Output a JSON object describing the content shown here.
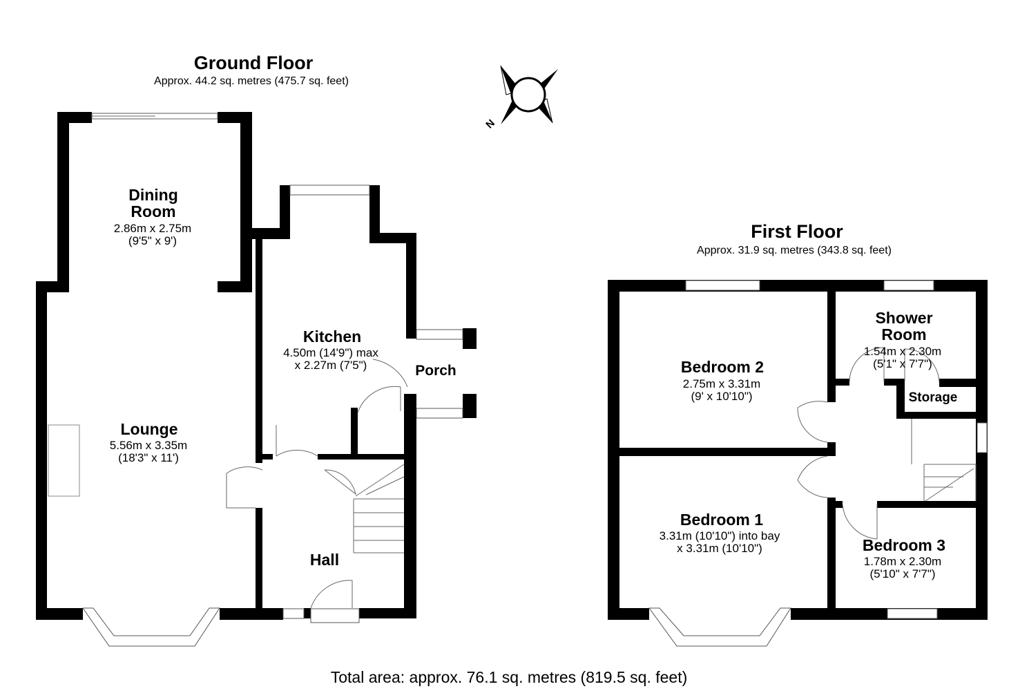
{
  "ground_floor": {
    "title": "Ground Floor",
    "area": "Approx. 44.2 sq. metres (475.7 sq. feet)",
    "rooms": [
      {
        "name": "Dining Room",
        "line1": "Dining",
        "line2": "Room",
        "dim1": "2.86m x 2.75m",
        "dim2": "(9'5\" x 9')"
      },
      {
        "name": "Lounge",
        "dim1": "5.56m x 3.35m",
        "dim2": "(18'3\" x 11')"
      },
      {
        "name": "Kitchen",
        "dim1": "4.50m (14'9\") max",
        "dim2": "x 2.27m (7'5\")"
      },
      {
        "name": "Porch"
      },
      {
        "name": "Hall"
      }
    ]
  },
  "first_floor": {
    "title": "First Floor",
    "area": "Approx. 31.9 sq. metres (343.8 sq. feet)",
    "rooms": [
      {
        "name": "Bedroom 2",
        "dim1": "2.75m x 3.31m",
        "dim2": "(9' x 10'10\")"
      },
      {
        "name": "Shower Room",
        "line1": "Shower",
        "line2": "Room",
        "dim1": "1.54m x 2.30m",
        "dim2": "(5'1\" x 7'7\")"
      },
      {
        "name": "Storage"
      },
      {
        "name": "Bedroom 1",
        "dim1": "3.31m (10'10\") into bay",
        "dim2": "x 3.31m (10'10\")"
      },
      {
        "name": "Bedroom 3",
        "dim1": "1.78m x 2.30m",
        "dim2": "(5'10\" x 7'7\")"
      }
    ]
  },
  "compass": {
    "label": "N"
  },
  "total_area": "Total area: approx. 76.1 sq. metres (819.5 sq. feet)"
}
